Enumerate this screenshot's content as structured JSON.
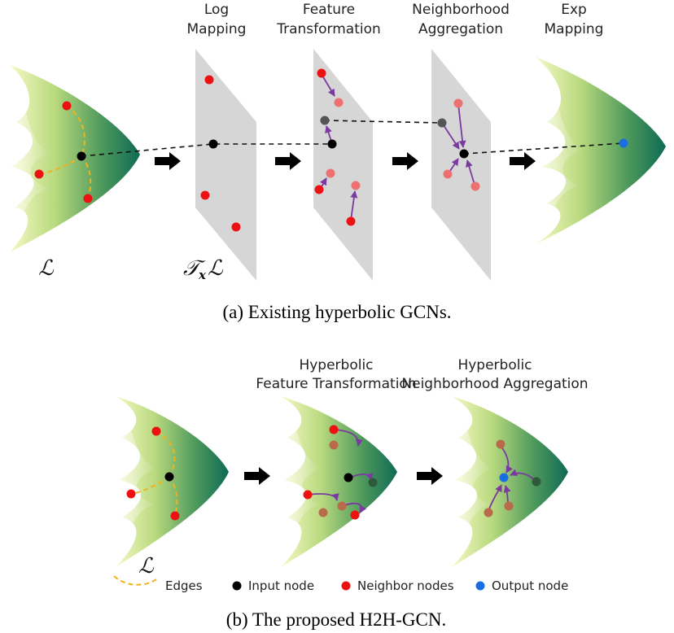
{
  "panel_a": {
    "stage_titles": {
      "log_mapping": [
        "Log",
        "Mapping"
      ],
      "feature_transformation": [
        "Feature",
        "Transformation"
      ],
      "neighborhood_aggregation": [
        "Neighborhood",
        "Aggregation"
      ],
      "exp_mapping": [
        "Exp",
        "Mapping"
      ]
    },
    "manifold_symbol": "ℒ",
    "tangent_symbol": "𝒯",
    "tangent_subscript": "x",
    "tangent_manifold": "ℒ",
    "caption": "(a)  Existing hyperbolic GCNs."
  },
  "panel_b": {
    "stage_titles": {
      "hyperbolic_feature_transformation": [
        "Hyperbolic",
        "Feature Transformation"
      ],
      "hyperbolic_neighborhood_aggregation": [
        "Hyperbolic",
        "Neighborhood Aggregation"
      ]
    },
    "manifold_symbol": "ℒ",
    "caption": "(b)  The proposed H2H-GCN."
  },
  "legend": {
    "edges": "Edges",
    "input_node": "Input node",
    "neighbor_nodes": "Neighbor nodes",
    "output_node": "Output node"
  },
  "colors": {
    "neighbor_node": "#ee1111",
    "neighbor_light": "#ee7070",
    "transformed_node": "#b86a4a",
    "input_node": "#000000",
    "gray_node": "#555555",
    "dark_node": "#2e5a3a",
    "output_node": "#1a6fe0",
    "arrow": "#7a3aa0",
    "edge": "#f2b21e",
    "plane": "#d6d6d6"
  }
}
